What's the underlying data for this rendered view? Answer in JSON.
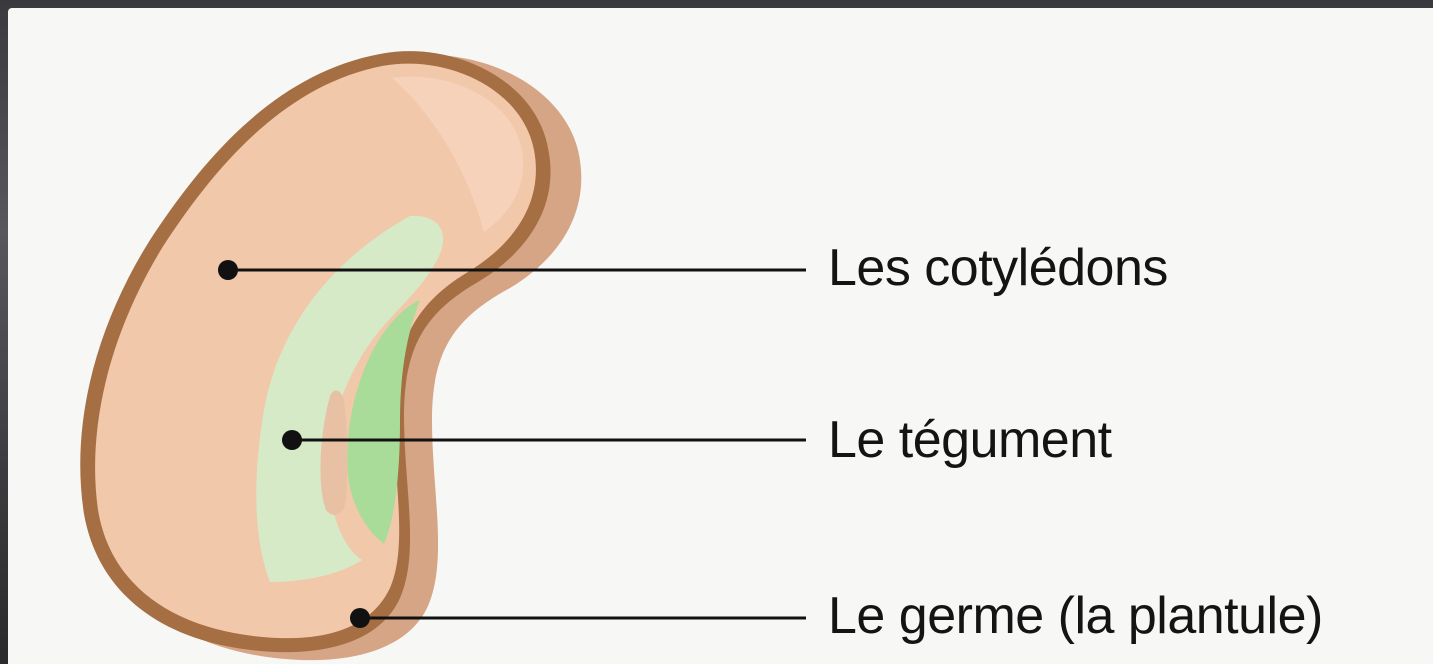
{
  "diagram": {
    "labels": {
      "cotyledons": "Les cotylédons",
      "tegument": "Le tégument",
      "germe": "Le germe (la plantule)"
    },
    "colors": {
      "seed_outer": "#d5a585",
      "seed_outline": "#a56f43",
      "seed_inner": "#f1c8aa",
      "embryo_light": "#d6eac8",
      "embryo_dark": "#a8dc98",
      "leader_line": "#111111",
      "background": "#f7f8f6"
    }
  }
}
